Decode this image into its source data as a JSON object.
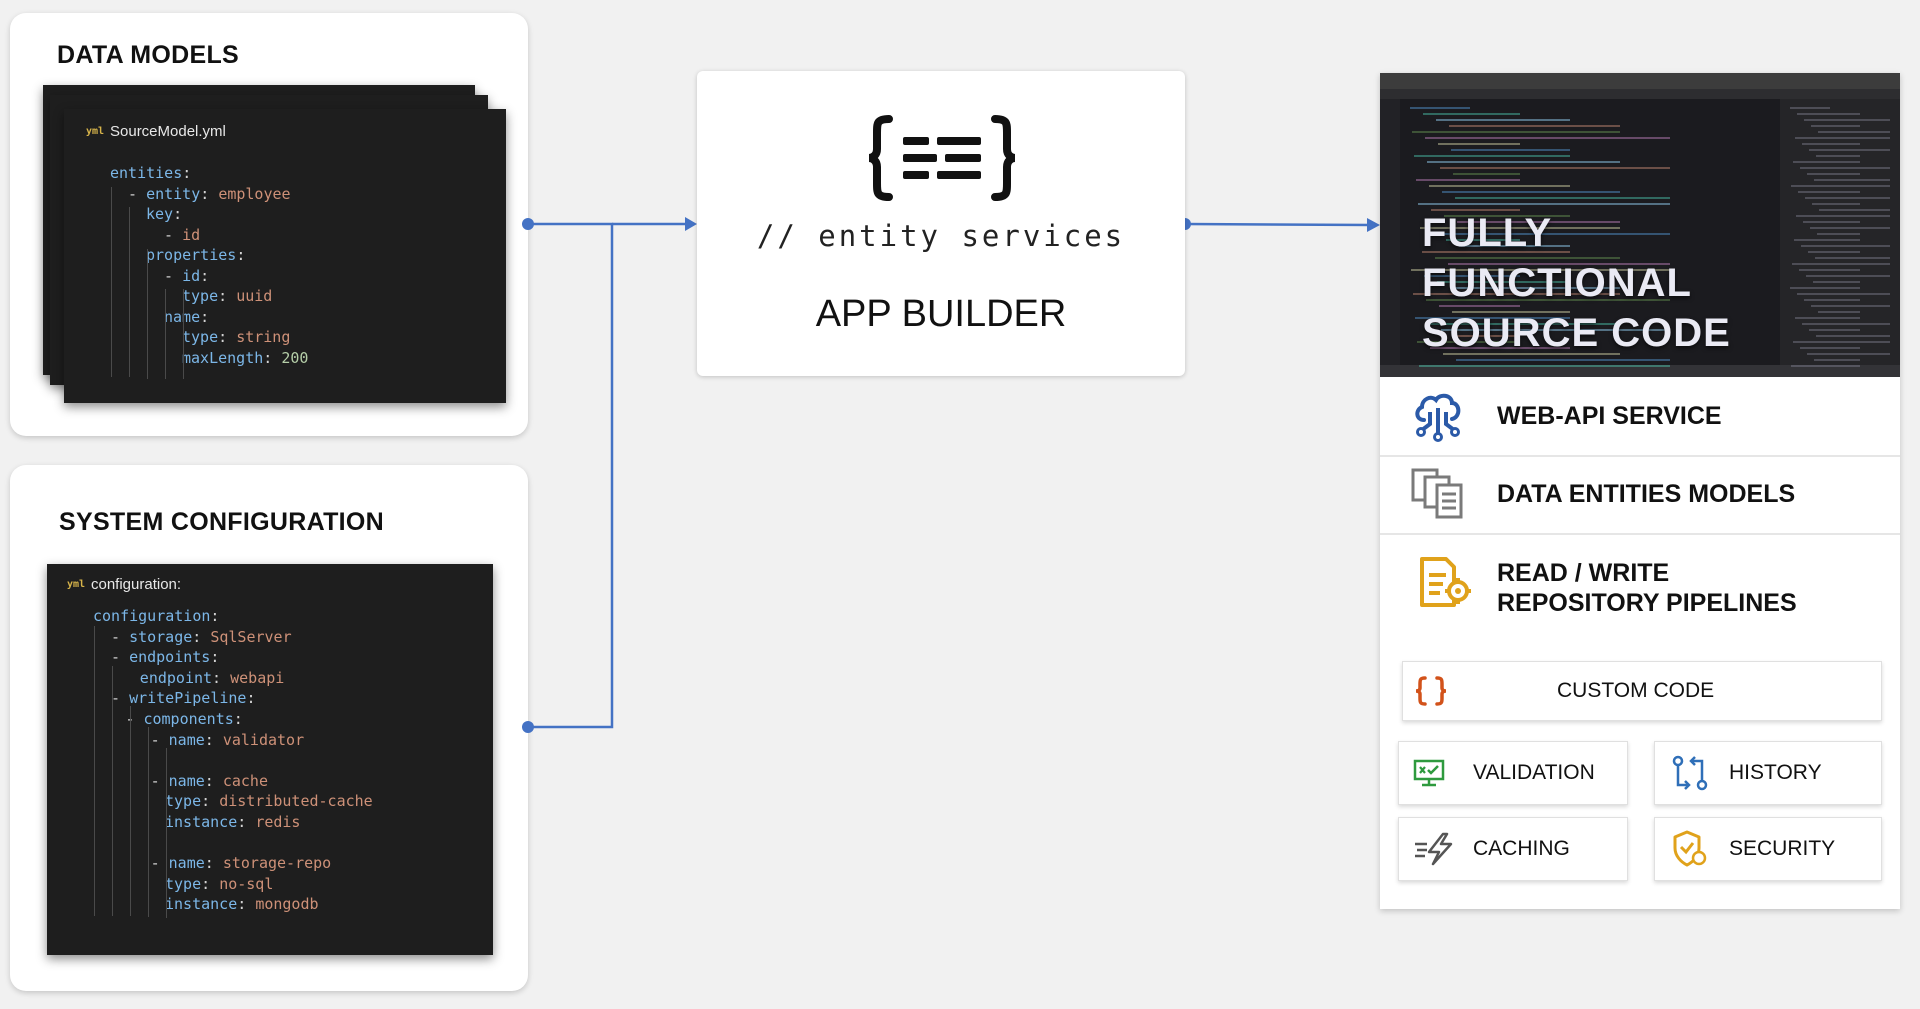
{
  "data_models": {
    "title": "DATA MODELS",
    "file_name": "SourceModel.yml",
    "file_icon": "yml-file-icon",
    "code": [
      {
        "key": "entities",
        "sep": ":",
        "val": ""
      },
      {
        "dash": "- ",
        "key": "entity",
        "sep": ": ",
        "val": "employee"
      },
      {
        "key": "key",
        "sep": ":",
        "val": ""
      },
      {
        "dash": "- ",
        "key": "",
        "sep": "",
        "val": "id"
      },
      {
        "key": "properties",
        "sep": ":",
        "val": ""
      },
      {
        "dash": "- ",
        "key": "id",
        "sep": ":",
        "val": ""
      },
      {
        "key": "type",
        "sep": ": ",
        "val": "uuid"
      },
      {
        "key": "name",
        "sep": ":",
        "val": ""
      },
      {
        "key": "type",
        "sep": ": ",
        "val": "string"
      },
      {
        "key": "maxLength",
        "sep": ": ",
        "num": "200"
      }
    ]
  },
  "system_configuration": {
    "title": "SYSTEM CONFIGURATION",
    "file_name": "configuration:",
    "file_icon": "yml-file-icon",
    "code": [
      {
        "key": "configuration",
        "sep": ":",
        "val": ""
      },
      {
        "dash": "- ",
        "key": "storage",
        "sep": ": ",
        "val": "SqlServer"
      },
      {
        "dash": "- ",
        "key": "endpoints",
        "sep": ":",
        "val": ""
      },
      {
        "key": "endpoint",
        "sep": ": ",
        "val": "webapi"
      },
      {
        "dash": "- ",
        "key": "writePipeline",
        "sep": ":",
        "val": ""
      },
      {
        "dash": "- ",
        "key": "components",
        "sep": ":",
        "val": ""
      },
      {
        "dash": "- ",
        "key": "name",
        "sep": ": ",
        "val": "validator"
      },
      {
        "key": "",
        "sep": "",
        "val": ""
      },
      {
        "dash": "- ",
        "key": "name",
        "sep": ": ",
        "val": "cache"
      },
      {
        "key": "type",
        "sep": ": ",
        "val": "distributed-cache"
      },
      {
        "key": "instance",
        "sep": ": ",
        "val": "redis"
      },
      {
        "key": "",
        "sep": "",
        "val": ""
      },
      {
        "dash": "- ",
        "key": "name",
        "sep": ": ",
        "val": "storage-repo"
      },
      {
        "key": "type",
        "sep": ": ",
        "val": "no-sql"
      },
      {
        "key": "instance",
        "sep": ": ",
        "val": "mongodb"
      }
    ]
  },
  "app_builder": {
    "logo_icon": "entity-services-braces-logo",
    "tagline": "// entity services",
    "title": "APP BUILDER"
  },
  "output": {
    "headline": [
      "FULLY",
      "FUNCTIONAL",
      "SOURCE CODE"
    ],
    "features": [
      {
        "label": "WEB-API SERVICE",
        "icon": "cloud-api-icon",
        "color": "#2b5aa8"
      },
      {
        "label": "DATA ENTITIES MODELS",
        "icon": "documents-stack-icon",
        "color": "#7a7a7a"
      },
      {
        "label_lines": [
          "READ / WRITE",
          "REPOSITORY PIPELINES"
        ],
        "icon": "document-gear-icon",
        "color": "#e0a21b"
      }
    ],
    "chips": {
      "custom_code": {
        "label": "CUSTOM CODE",
        "icon": "curly-braces-icon",
        "color": "#d2521a"
      },
      "validation": {
        "label": "VALIDATION",
        "icon": "monitor-check-icon",
        "color": "#2e9a3e"
      },
      "history": {
        "label": "HISTORY",
        "icon": "git-compare-icon",
        "color": "#2f6fb8"
      },
      "caching": {
        "label": "CACHING",
        "icon": "lightning-speed-icon",
        "color": "#555555"
      },
      "security": {
        "label": "SECURITY",
        "icon": "shield-check-icon",
        "color": "#e0a21b"
      }
    }
  },
  "connector_color": "#4472c4"
}
